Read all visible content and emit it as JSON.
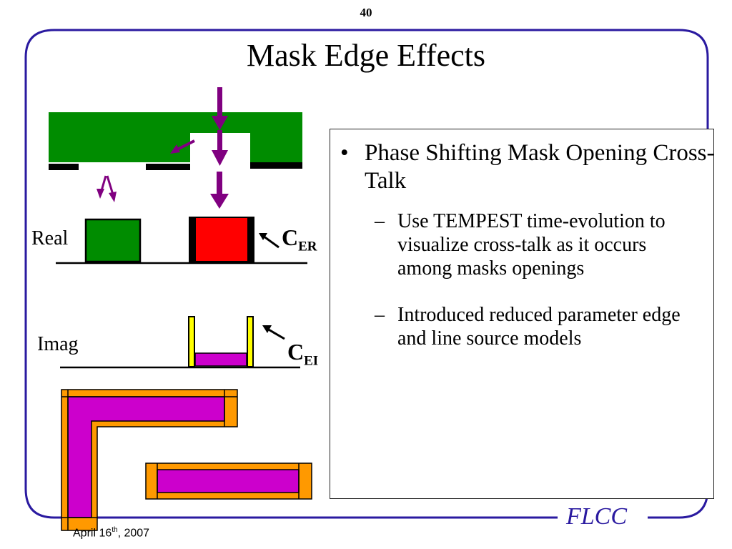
{
  "page_number": "40",
  "title": "Mask Edge Effects",
  "bullets": [
    {
      "text": "Phase Shifting Mask Opening Cross-Talk",
      "sub": [
        {
          "text": "Use TEMPEST time-evolution to visualize cross-talk as it occurs among masks openings"
        },
        {
          "text": "Introduced reduced parameter edge and line source models"
        }
      ]
    }
  ],
  "diagram": {
    "real_label": "Real",
    "imag_label": "Imag",
    "cer": {
      "main": "C",
      "sub": "ER"
    },
    "cei": {
      "main": "C",
      "sub": "EI"
    }
  },
  "footer": {
    "date_prefix": "April 16",
    "date_sup": "th",
    "date_suffix": ", 2007",
    "logo": "FLCC"
  },
  "colors": {
    "frame": "#2a1aa0",
    "mask_green": "#008c00",
    "arrow_purple": "#800080",
    "red": "#ff0000",
    "magenta": "#cc00cc",
    "orange": "#ff9900",
    "yellow": "#ffff00"
  }
}
